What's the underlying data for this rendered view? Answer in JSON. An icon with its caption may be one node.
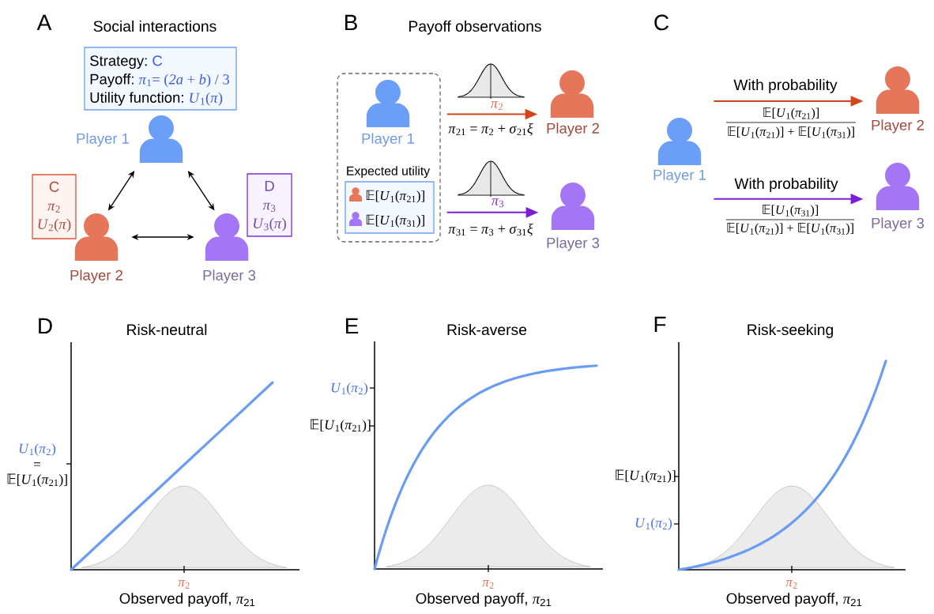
{
  "diagram": {
    "nodes": [
      {
        "text": [
          "Strategy:",
          "C",
          "Payoff:",
          "*π*$_{1}$= (*2a* + *b*) / 3",
          "Utility function:",
          "*U*$_{1}$(*π*)"
        ]
      },
      {
        "text": [
          "Player 1"
        ]
      },
      {
        "text": [
          "C",
          "*π*$_{2}$",
          "*U*$_{2}$(*π*)"
        ]
      },
      {
        "text": [
          "Player 2"
        ]
      },
      {
        "text": [
          "D",
          "*π*$_{3}$",
          "*U*$_{3}$(*π*)"
        ]
      },
      {
        "text": [
          "Player 3"
        ]
      },
      {
        "text": [],
        "shape": "box"
      },
      {
        "text": [
          "Player 1"
        ],
        "in": 6
      },
      {
        "text": [
          "Expected utility",
          "𝔼[*U*$_{1}$(*π*$_{21}$)]",
          "𝔼[*U*$_{1}$(*π*$_{31}$)]"
        ],
        "in": 6
      },
      {
        "text": [
          "Player 2"
        ]
      },
      {
        "text": [
          "Player 3"
        ]
      },
      {
        "text": [
          "Player 1"
        ]
      },
      {
        "text": [
          "Player 2"
        ]
      },
      {
        "text": [
          "Player 3"
        ]
      }
    ],
    "edges": [
      {
        "from": 1,
        "to": 3,
        "arrow": "both"
      },
      {
        "from": 1,
        "to": 5,
        "arrow": "both"
      },
      {
        "from": 3,
        "to": 5,
        "arrow": "both"
      },
      {
        "from": 6,
        "to": 9,
        "arrow": "to",
        "label": "*π*$_{21}$ = *π*$_{2}$ + *σ*$_{21}$*ξ*",
        "color": "#d5451b"
      },
      {
        "from": 6,
        "to": 10,
        "arrow": "to",
        "label": "*π*$_{31}$ = *π*$_{3}$ + *σ*$_{31}$*ξ*",
        "color": "#7b1fd6"
      },
      {
        "from": 11,
        "to": 12,
        "arrow": "to",
        "label": "With probability",
        "color": "#d5451b"
      },
      {
        "from": 11,
        "to": 13,
        "arrow": "to",
        "label": "With probability",
        "color": "#7b1fd6"
      }
    ],
    "labels": [
      "A",
      "Social interactions",
      "B",
      "Payoff observations",
      "C",
      "*π*$_{2}$",
      "*π*$_{3}$",
      "𝔼[*U*$_{1}$(*π*$_{21}$)]",
      "𝔼[*U*$_{1}$(*π*$_{21}$)] + 𝔼[*U*$_{1}$(*π*$_{31}$)]",
      "𝔼[*U*$_{1}$(*π*$_{31}$)]",
      "𝔼[*U*$_{1}$(*π*$_{21}$)] + 𝔼[*U*$_{1}$(*π*$_{31}$)]",
      "D",
      "Risk-neutral",
      "*U*$_{1}$(*π*$_{2}$)",
      "=",
      "𝔼[*U*$_{1}$(*π*$_{21}$)]",
      "*π*$_{2}$",
      "Observed payoff, *π*$_{21}$",
      "E",
      "Risk-averse",
      "*U*$_{1}$(*π*$_{2}$)",
      "𝔼[*U*$_{1}$(*π*$_{21}$)]",
      "*π*$_{2}$",
      "Observed payoff, *π*$_{21}$",
      "F",
      "Risk-seeking",
      "𝔼[*U*$_{1}$(*π*$_{21}$)]",
      "*U*$_{1}$(*π*$_{2}$)",
      "*π*$_{2}$",
      "Observed payoff, *π*$_{21}$"
    ]
  }
}
